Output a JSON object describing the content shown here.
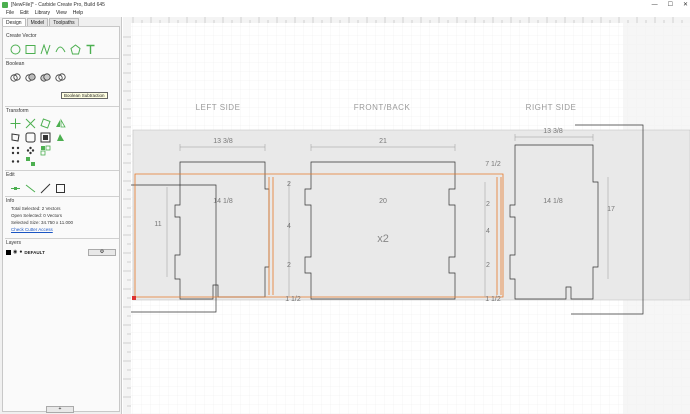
{
  "window": {
    "title": "[NewFile]* - Carbide Create Pro, Build 645",
    "controls": [
      "—",
      "☐",
      "✕"
    ]
  },
  "menu": [
    "File",
    "Edit",
    "Library",
    "View",
    "Help"
  ],
  "sidebar": {
    "tabs": [
      "Design",
      "Model",
      "Toolpaths"
    ],
    "active_tab": "Design",
    "sections": {
      "create_vector": "Create Vector",
      "boolean": "Boolean",
      "transform": "Transform",
      "edit": "Edit",
      "info": "Info",
      "layers": "Layers"
    },
    "tooltip": "Boolean Subtraction",
    "info": {
      "total_selected": "Total Selected:   2 Vectors",
      "open_selected": "Open Selected:   0 Vectors",
      "selected_size": "Selected Size:    34.750 x 11.000",
      "check_link": "Check Cutter Access"
    },
    "layer": {
      "name": "DEFAULT",
      "settings_icon": "gear-icon"
    },
    "add_layer": "+"
  },
  "canvas": {
    "labels": {
      "left_side": "LEFT SIDE",
      "front_back": "FRONT/BACK",
      "right_side": "RIGHT SIDE",
      "x2": "x2"
    },
    "dims": {
      "left_top": "13 3/8",
      "left_inner": "14 1/8",
      "left_height": "11",
      "front_top": "21",
      "front_inner": "20",
      "front_right_top": "7 1/2",
      "left_tab_top": "2",
      "left_tab_mid": "4",
      "left_tab_bot": "2",
      "right_tab_top": "2",
      "right_tab_mid": "4",
      "right_tab_bot": "2",
      "bottom_left": "1 1/2",
      "bottom_right": "1 1/2",
      "right_top": "13 3/8",
      "right_inner": "14 1/8",
      "right_height": "17"
    }
  },
  "colors": {
    "selection": "#e87a2a",
    "vector": "#333333",
    "dimension": "#888888",
    "grid": "#e3e3e3",
    "stock": "#e8e8e8"
  }
}
